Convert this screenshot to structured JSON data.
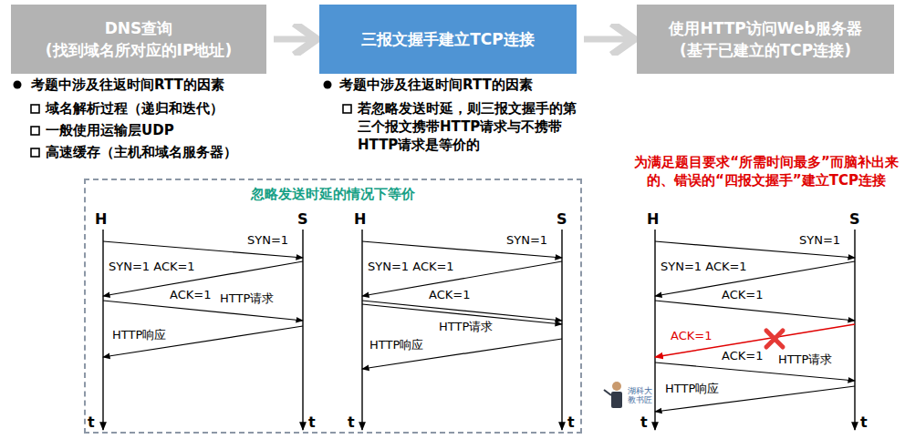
{
  "diagram": {
    "nodes": [
      {
        "text": [
          "DNS查询 (找到域名所对应的IP地址)"
        ]
      },
      {
        "text": [
          "三报文握手建立TCP连接"
        ]
      },
      {
        "text": [
          "使用HTTP访问Web服务器 (基于已建立的TCP连接)"
        ]
      },
      {
        "text": [
          "忽略发送时延的情况下等价"
        ]
      }
    ],
    "edges": [
      {
        "from": 0,
        "to": 1,
        "arrow": "to"
      },
      {
        "from": 1,
        "to": 2,
        "arrow": "to"
      }
    ],
    "labels": [
      "考题中涉及往返时间RTT的因素",
      "域名解析过程（递归和迭代）",
      "一般使用运输层UDP",
      "高速缓存（主机和域名服务器）",
      "考题中涉及往返时间RTT的因素",
      "若忽略发送时延，则三报文握手的第三个报文携带HTTP请求与不携带HTTP请求是等价的",
      "为满足题目要求“所需时间最多”而脑补出来的、错误的“四报文握手”建立TCP连接",
      "H",
      "S",
      "SYN=1",
      "SYN=1 ACK=1",
      "ACK=1",
      "HTTP请求",
      "HTTP响应",
      "t",
      "t",
      "H",
      "S",
      "SYN=1",
      "SYN=1 ACK=1",
      "ACK=1",
      "HTTP请求",
      "HTTP响应",
      "t",
      "t",
      "H",
      "S",
      "SYN=1",
      "SYN=1 ACK=1",
      "ACK=1",
      "ACK=1",
      "ACK=1",
      "HTTP请求",
      "HTTP响应",
      "t",
      "t",
      "湖科大 教书匠"
    ]
  }
}
